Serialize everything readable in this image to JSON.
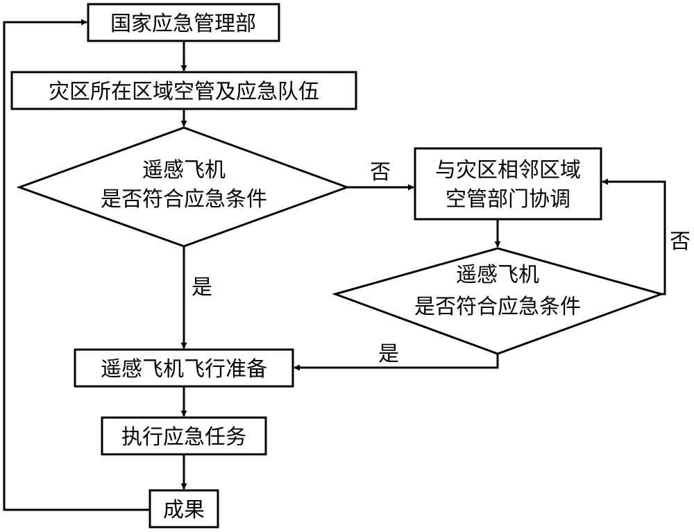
{
  "diagram": {
    "nodes": {
      "ministry": {
        "label": "国家应急管理部"
      },
      "local_atc": {
        "label": "灾区所在区域空管及应急队伍"
      },
      "check1": {
        "line1": "遥感飞机",
        "line2": "是否符合应急条件"
      },
      "neighbor_coord": {
        "line1": "与灾区相邻区域",
        "line2": "空管部门协调"
      },
      "check2": {
        "line1": "遥感飞机",
        "line2": "是否符合应急条件"
      },
      "prep": {
        "label": "遥感飞机飞行准备"
      },
      "execute": {
        "label": "执行应急任务"
      },
      "result": {
        "label": "成果"
      }
    },
    "edges": {
      "check1_no": "否",
      "check1_yes": "是",
      "check2_no": "否",
      "check2_yes": "是"
    }
  }
}
